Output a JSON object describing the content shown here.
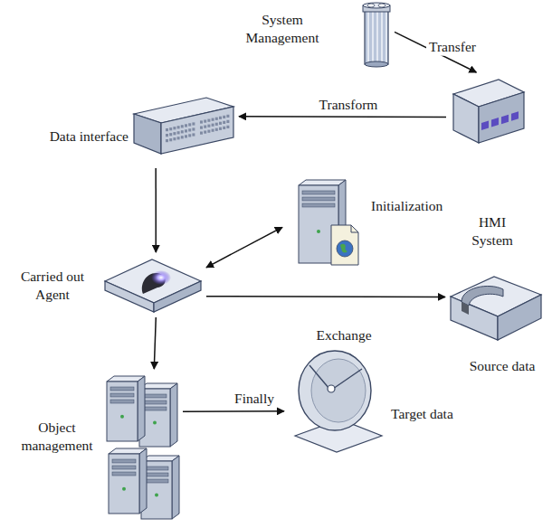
{
  "diagram": {
    "nodes": [
      {
        "text": [
          "System Management"
        ]
      },
      {
        "text": [
          "HMI System"
        ]
      },
      {
        "text": [
          "Data interface"
        ]
      },
      {
        "text": [
          "Initialization"
        ]
      },
      {
        "text": [
          "Carried out Agent"
        ]
      },
      {
        "text": [
          "Source data"
        ]
      },
      {
        "text": [
          "Object management"
        ]
      },
      {
        "text": [
          "Target data"
        ]
      }
    ],
    "edges": [
      {
        "from": 0,
        "to": 1,
        "label": "Transfer",
        "arrow": "to"
      },
      {
        "from": 1,
        "to": 2,
        "label": "Transform",
        "arrow": "to"
      },
      {
        "from": 2,
        "to": 4,
        "arrow": "to"
      },
      {
        "from": 4,
        "to": 3,
        "arrow": "both"
      },
      {
        "from": 4,
        "to": 5,
        "label": "Exchange",
        "arrow": "to"
      },
      {
        "from": 4,
        "to": 6,
        "arrow": "to"
      },
      {
        "from": 6,
        "to": 7,
        "label": "Finally",
        "arrow": "to"
      }
    ]
  }
}
